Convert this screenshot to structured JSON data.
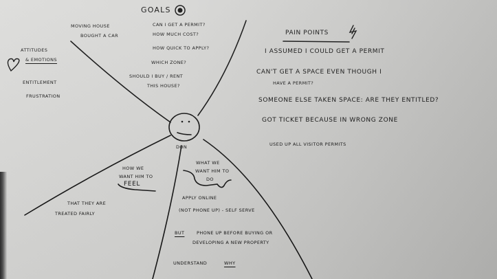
{
  "board": {
    "background": "#d4d4d2",
    "ink_color": "#141414"
  },
  "center": {
    "persona_name": "Don",
    "face": "smiley"
  },
  "goals": {
    "title": "Goals",
    "icon": "target-icon",
    "left_items": [
      "Moving house",
      "Bought a car"
    ],
    "right_items": [
      "Can I get a permit?",
      "How much cost?",
      "How quick to apply?",
      "Which zone?",
      "Should I buy / rent",
      "this house?"
    ]
  },
  "attitudes": {
    "title_line1": "Attitudes",
    "title_line2": "& Emotions",
    "icon": "heart-icon",
    "items": [
      "Entitlement",
      "Frustration"
    ]
  },
  "pain_points": {
    "title": "Pain Points",
    "icon": "lightning-icon",
    "items": [
      "I assumed I could get a permit",
      "Can't get a space even though I",
      "have a permit?",
      "Someone else taken space: are they entitled?",
      "Got ticket because in wrong zone",
      "Used up all visitor permits"
    ]
  },
  "feel": {
    "title_line1": "How we",
    "title_line2": "want him to",
    "title_line3": "Feel",
    "items": [
      "That they are",
      "treated fairly"
    ]
  },
  "do": {
    "title_line1": "What we",
    "title_line2": "want him to",
    "title_line3": "Do",
    "items": [
      "Apply online",
      "(not phone up) - Self serve",
      "But",
      "phone up before buying or",
      "developing a new property",
      "Understand",
      "why"
    ]
  }
}
